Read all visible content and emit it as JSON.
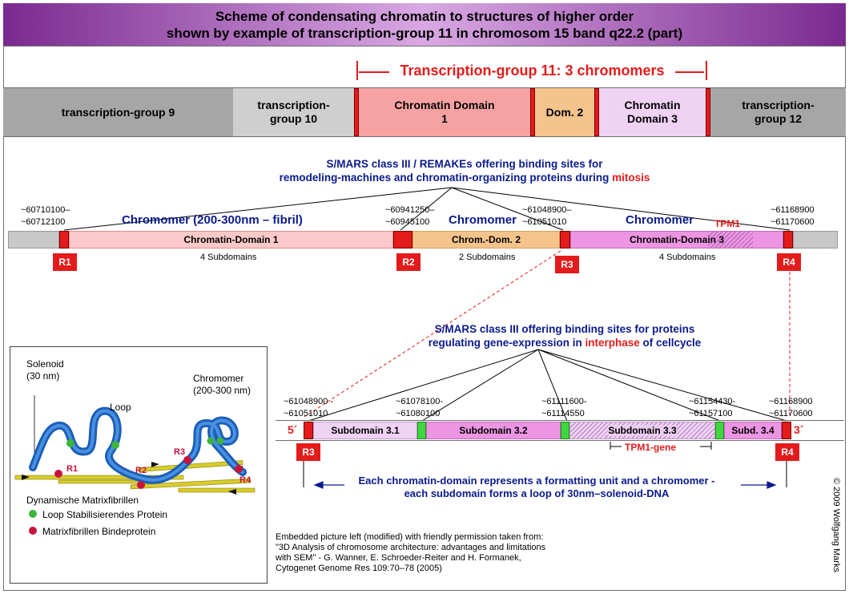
{
  "title": {
    "line1": "Scheme of condensating chromatin to structures of higher order",
    "line2": "shown by example of transcription-group 11 in chromosom 15 band q22.2 (part)"
  },
  "tg11_header": "Transcription-group 11: 3 chromomers",
  "groups": {
    "g9": "transcription-group 9",
    "g10": "transcription-group 10",
    "cd1": "Chromatin Domain 1",
    "dom2": "Dom. 2",
    "cd3": "Chromatin Domain 3",
    "g12": "transcription-group 12"
  },
  "smars_mitosis": {
    "line1": "S/MARS class III / REMAKEs offering binding sites for",
    "line2_pre": "remodeling-machines and chromatin-organizing proteins during ",
    "line2_em": "mitosis"
  },
  "coords_top": {
    "c1": "~60710100–\n~60712100",
    "c2": "~60941250–\n~60945100",
    "c3": "~61048900–\n~61051010",
    "c4": "~61168900\n~61170600"
  },
  "chromomer_labels": {
    "a": "Chromomer (200-300nm – fibril)",
    "b": "Chromomer",
    "c": "Chromomer",
    "tpm1": "TPM1"
  },
  "domain_bar": {
    "cd1": "Chromatin-Domain 1",
    "cd2": "Chrom.-Dom. 2",
    "cd3": "Chromatin-Domain 3",
    "sub1": "4 Subdomains",
    "sub2": "2 Subdomains",
    "sub3": "4 Subdomains"
  },
  "r_tags": {
    "r1": "R1",
    "r2": "R2",
    "r3": "R3",
    "r4": "R4"
  },
  "smars_interphase": {
    "line1": "S/MARS class III offering binding sites for proteins",
    "line2_pre": "regulating gene-expression in ",
    "line2_em": "interphase",
    "line2_post": " of cellcycle"
  },
  "coords_bottom": {
    "c1": "~61048900 -\n~61051010",
    "c2": "~61078100-\n~61080100",
    "c3": "~61111600-\n~61114550",
    "c4": "~61154430-\n~61157100",
    "c5": "~61168900\n~61170600"
  },
  "subdomain_bar": {
    "five": "5´",
    "three": "3´",
    "s31": "Subdomain 3.1",
    "s32": "Subdomain 3.2",
    "s33": "Subdomain 3.3",
    "s34": "Subd. 3.4",
    "tpm1gene": "TPM1-gene"
  },
  "explain": {
    "line1": "Each chromatin-domain represents a formatting unit and a chromomer -",
    "line2": "each subdomain forms a loop of 30nm–solenoid-DNA"
  },
  "inset": {
    "solenoid": "Solenoid\n(30 nm)",
    "loop": "Loop",
    "chromomer": "Chromomer\n(200-300 nm)",
    "r1": "R1",
    "r2": "R2",
    "r3": "R3",
    "r4": "R4",
    "dyn": "Dynamische Matrixfibrillen",
    "legend1": "Loop Stabilisierendes Protein",
    "legend2": "Matrixfibrillen Bindeprotein"
  },
  "credit": {
    "l1": "Embedded picture left (modified) with friendly permission taken from:",
    "l2": "\"3D Analysis of chromosome architecture: advantages and limitations",
    "l3": "with SEM\" - G. Wanner, E. Schroeder-Reiter and H. Formanek,",
    "l4": "Cytogenet Genome Res 109:70–78 (2005)"
  },
  "copyright": "© 2009 Wolfgang Marks",
  "colors": {
    "title_purple": "#7a2a8f",
    "red": "#e41b1b",
    "navy": "#0b1a8c",
    "gray": "#a6a6a6",
    "lightgray": "#cfcfcf",
    "salmon": "#f7a2a2",
    "peach": "#f4c48c",
    "lavender": "#f0d2f5",
    "pink": "#e98be0",
    "green": "#3fd63f"
  }
}
